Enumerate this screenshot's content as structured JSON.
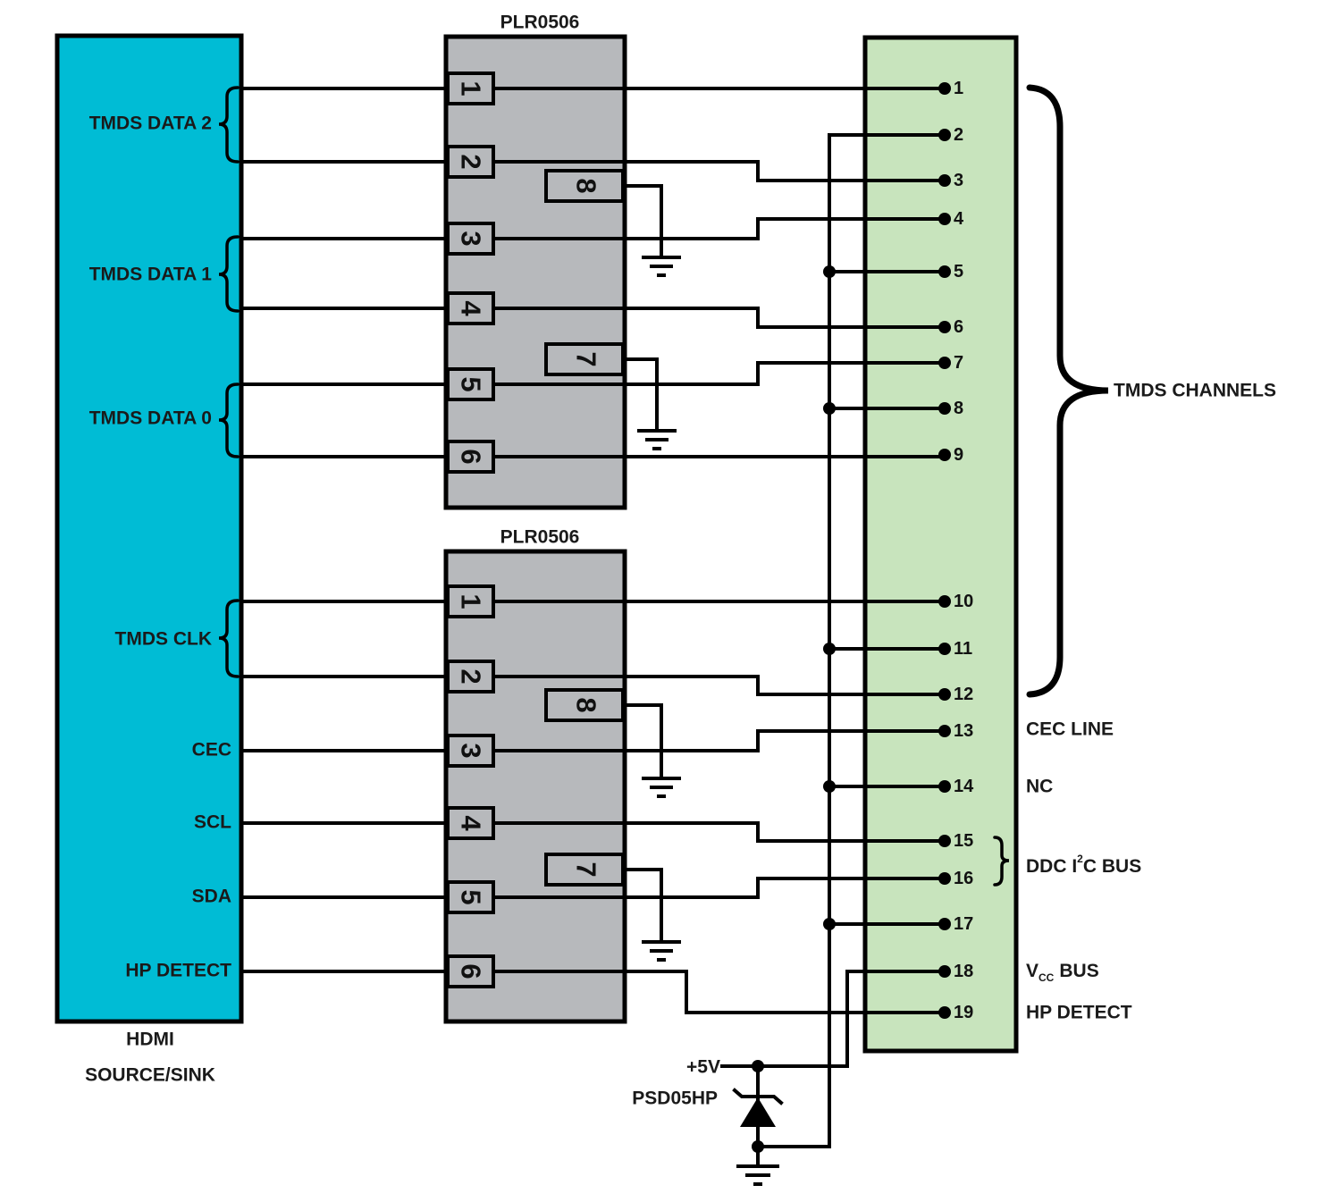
{
  "colors": {
    "source_block": "#00bcd5",
    "ic_body": "#b7b9bc",
    "connector": "#c8e4bd"
  },
  "source": {
    "labels": {
      "tmds_data_2": "TMDS DATA 2",
      "tmds_data_1": "TMDS DATA 1",
      "tmds_data_0": "TMDS DATA 0",
      "tmds_clk": "TMDS CLK",
      "cec": "CEC",
      "scl": "SCL",
      "sda": "SDA",
      "hp_detect": "HP DETECT"
    },
    "caption": [
      "HDMI",
      "SOURCE/SINK"
    ]
  },
  "ic_upper": {
    "title": "PLR0506",
    "pins": {
      "p1": "1",
      "p2": "2",
      "p3": "3",
      "p4": "4",
      "p5": "5",
      "p6": "6",
      "p7": "7",
      "p8": "8"
    }
  },
  "ic_lower": {
    "title": "PLR0506",
    "pins": {
      "p1": "1",
      "p2": "2",
      "p3": "3",
      "p4": "4",
      "p5": "5",
      "p6": "6",
      "p7": "7",
      "p8": "8"
    }
  },
  "connector": {
    "pins": [
      "1",
      "2",
      "3",
      "4",
      "5",
      "6",
      "7",
      "8",
      "9",
      "10",
      "11",
      "12",
      "13",
      "14",
      "15",
      "16",
      "17",
      "18",
      "19"
    ]
  },
  "annotations": {
    "tmds_channels": "TMDS CHANNELS",
    "cec_line": "CEC LINE",
    "nc": "NC",
    "ddc_bus": {
      "prefix": "DDC I",
      "sup": "2",
      "suffix": "C BUS"
    },
    "vcc_bus": {
      "prefix": "V",
      "sub": "CC",
      "suffix": "BUS"
    },
    "hp_detect": "HP DETECT"
  },
  "protection": {
    "supply": "+5V",
    "diode": "PSD05HP"
  }
}
